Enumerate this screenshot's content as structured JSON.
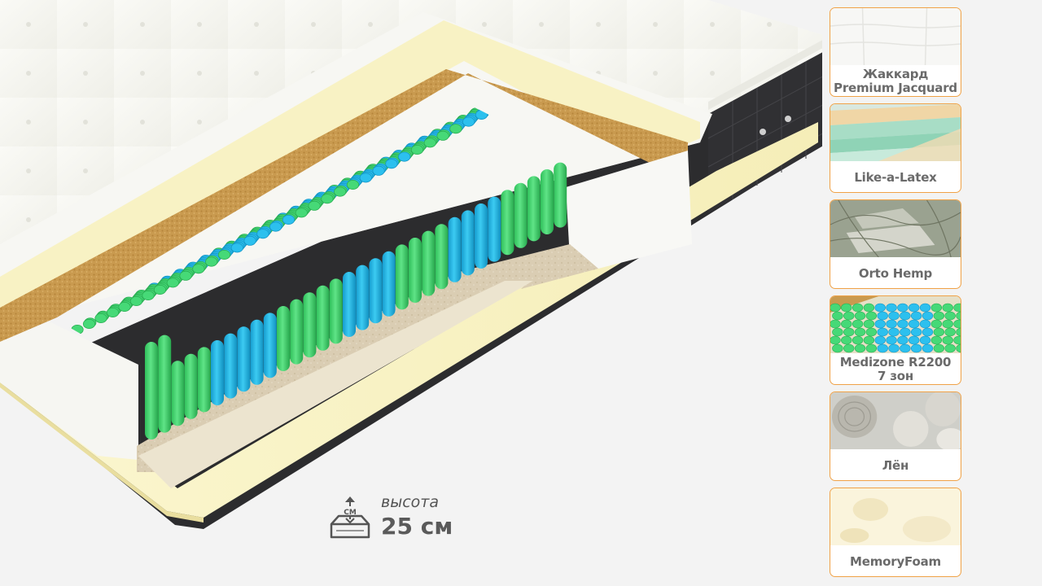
{
  "product": {
    "height": {
      "caption": "высота",
      "value": "25",
      "unit": "см",
      "icon": "mattress-height-icon",
      "icon_text": "CM"
    }
  },
  "colors": {
    "accent_border": "#f0a247",
    "text": "#6a6a6a",
    "spring_green": "#3dd36a",
    "spring_blue": "#22b6e6"
  },
  "layers": [
    {
      "label": "Жаккард",
      "label2": "Premium Jacquard",
      "icon": "jacquard-swatch"
    },
    {
      "label": "Like-a-Latex",
      "label2": "",
      "icon": "latex-foam-swatch"
    },
    {
      "label": "Orto Hemp",
      "label2": "",
      "icon": "hemp-swatch"
    },
    {
      "label": "Medizone R2200",
      "label2": "7 зон",
      "icon": "spring-block-swatch"
    },
    {
      "label": "Лён",
      "label2": "",
      "icon": "linen-swatch"
    },
    {
      "label": "MemoryFoam",
      "label2": "",
      "icon": "memory-foam-swatch"
    }
  ]
}
